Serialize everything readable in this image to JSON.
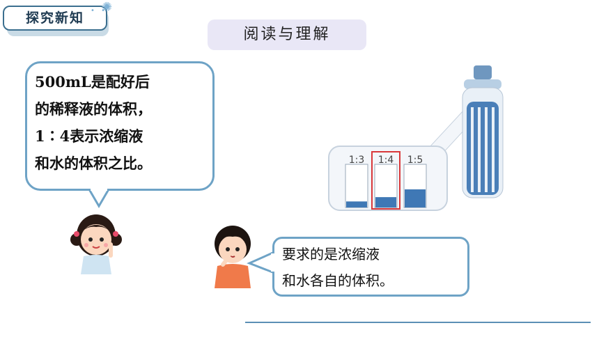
{
  "badge": {
    "label": "探究新知"
  },
  "title": {
    "label": "阅读与理解"
  },
  "girl_bubble": {
    "lines": [
      "500mL是配好后",
      "的稀释液的体积，",
      "1∶4表示浓缩液",
      "和水的体积之比。"
    ]
  },
  "boy_bubble": {
    "lines": [
      "要求的是浓缩液",
      "和水各自的体积。"
    ]
  },
  "beakers": [
    {
      "label": "1:3",
      "liquid_fraction": 0.14,
      "highlighted": false
    },
    {
      "label": "1:4",
      "liquid_fraction": 0.24,
      "highlighted": true
    },
    {
      "label": "1:5",
      "liquid_fraction": 0.42,
      "highlighted": false
    }
  ],
  "colors": {
    "accent": "#6ea3c6",
    "liquid": "#3f78b5",
    "highlight": "#d9383a",
    "title_bg": "#e9e7f6"
  },
  "icons": [
    "sun-icon",
    "girl-character",
    "boy-character",
    "bottle-icon"
  ]
}
